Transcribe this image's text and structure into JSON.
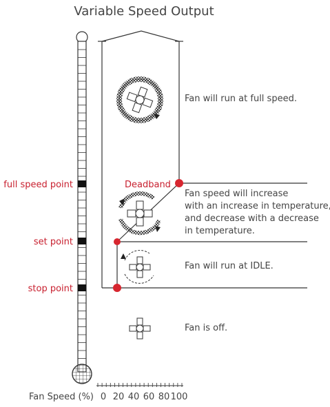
{
  "title": "Variable Speed Output",
  "thermometer": {
    "full_speed_label": "full speed point",
    "set_point_label": "set point",
    "stop_point_label": "stop point"
  },
  "deadband_label": "Deadband",
  "zones": {
    "full_speed": "Fan will run at full speed.",
    "variable": [
      "Fan speed will increase",
      "with an increase in temperature,",
      "and decrease with a decrease",
      "in temperature."
    ],
    "idle": "Fan will run at IDLE.",
    "off": "Fan is off."
  },
  "fan_speed_axis": {
    "label": "Fan Speed (%)",
    "ticks": [
      "0",
      "20",
      "40",
      "60",
      "80",
      "100"
    ]
  },
  "colors": {
    "accent": "#c8202f",
    "text": "#444444",
    "line": "#333333"
  }
}
